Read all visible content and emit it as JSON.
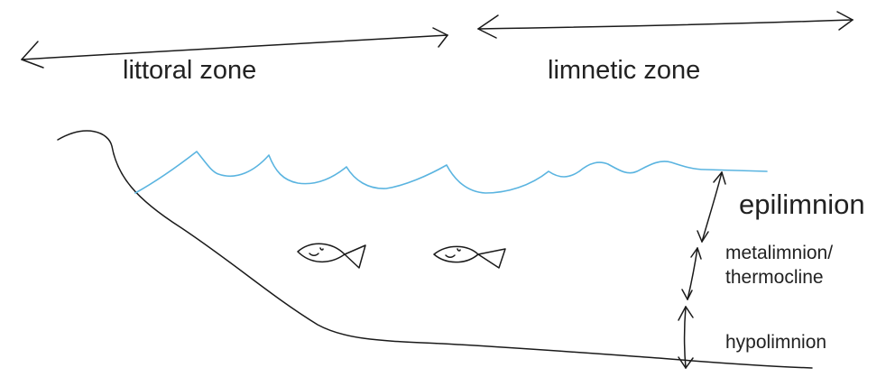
{
  "zones": {
    "littoral": "littoral zone",
    "limnetic": "limnetic zone"
  },
  "layers": {
    "epilimnion": "epilimnion",
    "metalimnion_line1": "metalimnion/",
    "metalimnion_line2": "thermocline",
    "hypolimnion": "hypolimnion"
  },
  "colors": {
    "ink": "#1a1a1a",
    "water": "#5ab4e0"
  }
}
